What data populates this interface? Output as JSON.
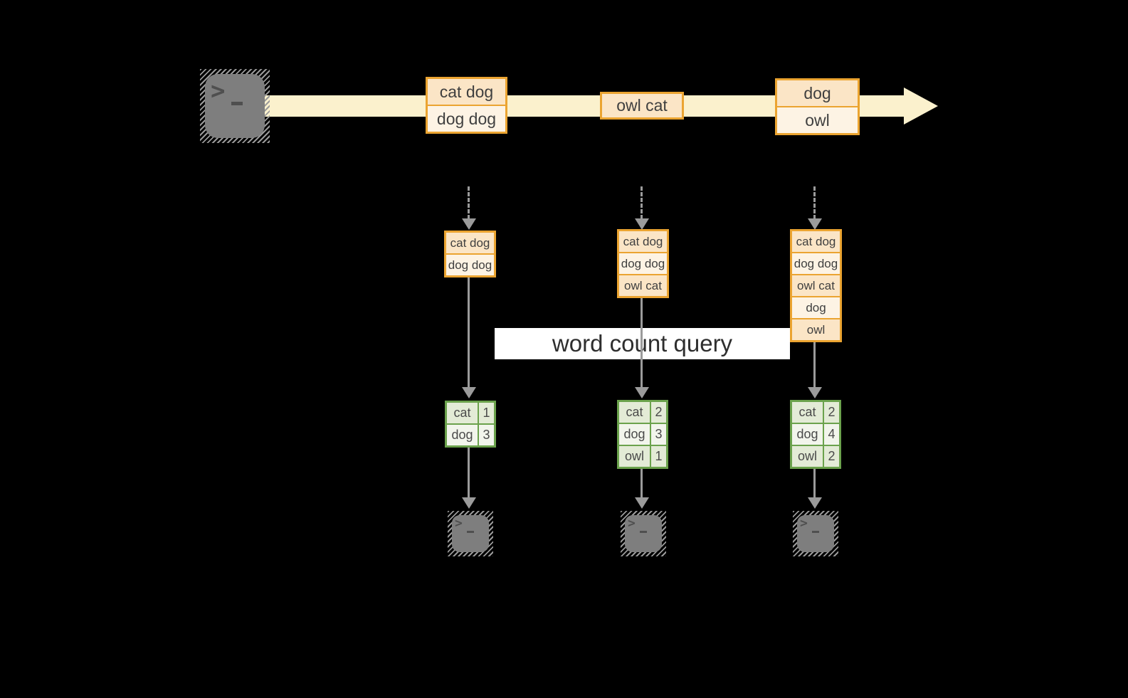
{
  "colors": {
    "background": "#000000",
    "stream_fill": "#FBF1CD",
    "orange_border": "#EBA431",
    "peach_dark": "#FBE5C6",
    "peach_light": "#FDF3E4",
    "green_border": "#6BA24C",
    "green_dark": "#E3EBD6",
    "green_light": "#F2F5EC",
    "arrow_gray": "#9B9B9B",
    "terminal_gray": "#7E7E7E",
    "label_bg": "#FFFFFF",
    "text_dark": "#3F3F3F"
  },
  "icons": {
    "source": "terminal-icon",
    "sinks": "terminal-icon",
    "stream": "right-arrow-icon",
    "flow": "down-arrow-icon"
  },
  "terminal": {
    "prompt": ">"
  },
  "stream": {
    "events": [
      {
        "rows": [
          "cat dog",
          "dog dog"
        ]
      },
      {
        "rows": [
          "owl cat"
        ]
      },
      {
        "rows": [
          "dog",
          "owl"
        ]
      }
    ]
  },
  "query": {
    "label": "word count query"
  },
  "columns": [
    {
      "state": [
        "cat dog",
        "dog dog"
      ],
      "counts": [
        {
          "word": "cat",
          "count": "1"
        },
        {
          "word": "dog",
          "count": "3"
        }
      ]
    },
    {
      "state": [
        "cat dog",
        "dog dog",
        "owl cat"
      ],
      "counts": [
        {
          "word": "cat",
          "count": "2"
        },
        {
          "word": "dog",
          "count": "3"
        },
        {
          "word": "owl",
          "count": "1"
        }
      ]
    },
    {
      "state": [
        "cat dog",
        "dog dog",
        "owl cat",
        "dog",
        "owl"
      ],
      "counts": [
        {
          "word": "cat",
          "count": "2"
        },
        {
          "word": "dog",
          "count": "4"
        },
        {
          "word": "owl",
          "count": "2"
        }
      ]
    }
  ]
}
